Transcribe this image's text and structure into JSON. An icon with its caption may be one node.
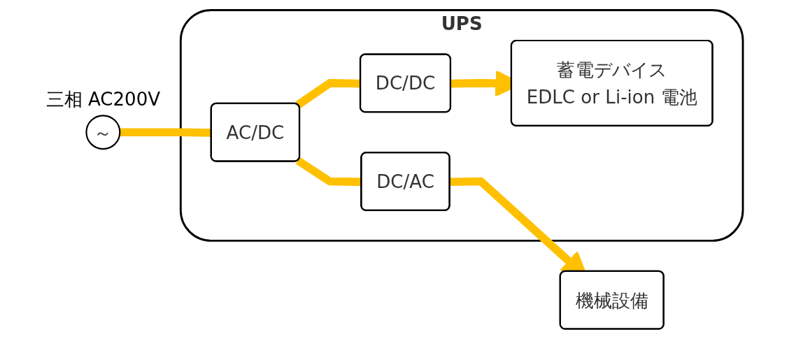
{
  "diagram": {
    "nodes": [
      {
        "text": [
          "～"
        ],
        "beside": [
          "三相 AC200V"
        ]
      },
      {
        "text": [
          "UPS"
        ]
      },
      {
        "text": [
          "AC/DC"
        ],
        "in": 1
      },
      {
        "text": [
          "DC/AC"
        ],
        "in": 1
      },
      {
        "text": [
          "DC/DC"
        ],
        "in": 1
      },
      {
        "text": [
          "蓄電デバイス",
          "EDLC or Li-ion 電池"
        ],
        "in": 1
      },
      {
        "text": [
          "機械設備"
        ]
      }
    ],
    "edges": [
      {
        "from": 0,
        "to": 2,
        "arrow": "none"
      },
      {
        "from": 2,
        "to": 3,
        "arrow": "none"
      },
      {
        "from": 2,
        "to": 4,
        "arrow": "none"
      },
      {
        "from": 4,
        "to": 5,
        "arrow": "to"
      },
      {
        "from": 3,
        "to": 6,
        "arrow": "to"
      }
    ]
  }
}
